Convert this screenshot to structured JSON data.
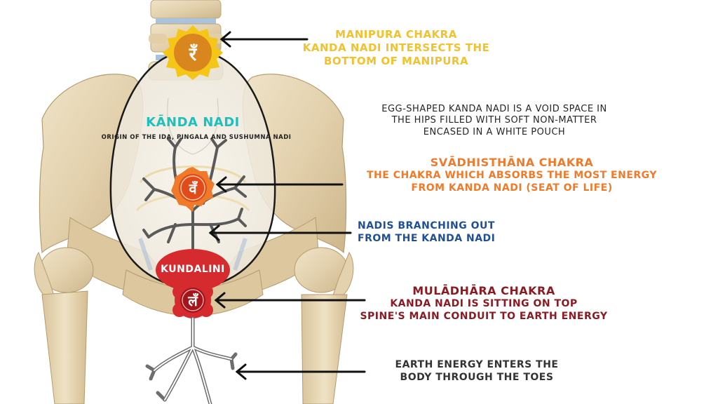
{
  "diagram": {
    "title": "Kanda Nadi and Chakra Anatomy",
    "colors": {
      "manipura": "#f2c12e",
      "manipura_inner": "#d9861e",
      "svadhisthana": "#ef7a2a",
      "muladhara": "#c8161d",
      "kundalini": "#d52b2e",
      "kanda_title": "#1ebfbf",
      "nadis_label": "#1f4f96",
      "muladhara_label": "#8b1a22",
      "bone": "#e6d6b6",
      "bone_shadow": "#c9b38a"
    },
    "center_labels": {
      "kanda_title": "KĀNDA NADI",
      "kanda_subtitle": "ORIGIN OF THE IDA, PINGALA AND SUSHUMNA NADI",
      "kundalini": "KUNDALINI"
    },
    "chakra_glyphs": {
      "manipura": "रँ",
      "svadhisthana": "वँ",
      "muladhara": "लँ"
    },
    "annotations": {
      "manipura": {
        "lines": [
          "MANIPURA  CHAKRA",
          "KANDA NADI INTERSECTS THE",
          "BOTTOM OF MANIPURA"
        ]
      },
      "egg": {
        "lines": [
          "EGG-SHAPED KANDA NADI IS A VOID SPACE IN",
          "THE HIPS FILLED WITH SOFT NON-MATTER",
          "ENCASED IN A WHITE POUCH"
        ]
      },
      "svadhisthana": {
        "lines": [
          "SVĀDHISTHĀNA  CHAKRA",
          "THE CHAKRA WHICH ABSORBS THE MOST  ENERGY",
          "FROM KANDA NADI (SEAT OF LIFE)"
        ]
      },
      "nadis": {
        "lines": [
          "NADIS BRANCHING OUT",
          "FROM THE KANDA NADI"
        ]
      },
      "muladhara": {
        "lines": [
          "MULĀDHĀRA CHAKRA",
          "KANDA NADI IS SITTING ON TOP",
          "SPINE'S MAIN CONDUIT TO EARTH ENERGY"
        ]
      },
      "earth": {
        "lines": [
          "EARTH ENERGY ENTERS THE",
          "BODY THROUGH THE TOES"
        ]
      }
    }
  }
}
